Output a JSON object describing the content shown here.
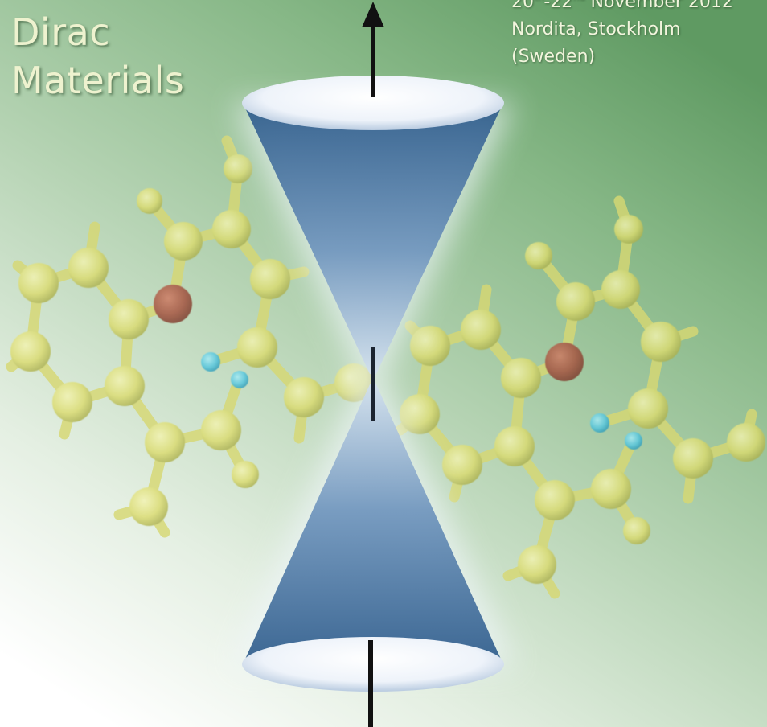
{
  "title": {
    "line1": "Dirac",
    "line2": "Materials"
  },
  "event": {
    "start_day": "20",
    "start_suffix": "th",
    "date_separator": "-",
    "end_day": "22",
    "end_suffix": "nd",
    "date_rest": " November 2012",
    "venue": "Nordita, Stockholm",
    "country": "(Sweden)"
  },
  "colors": {
    "background_top": "#6fa56e",
    "background_bottom": "#ffffff",
    "title_text": "#eef2cf",
    "cone_dark": "#2f5e8c",
    "cone_light": "#c6d8ea",
    "carbon_atom": "#dede72",
    "oxygen_atom": "#a5513d",
    "hydrogen_atom": "#55c6df",
    "arrow": "#111111"
  },
  "icons": {
    "upper_arrow": "arrow-up-icon",
    "lower_axis": "axis-line-icon",
    "molecule": "molecule-icon"
  }
}
